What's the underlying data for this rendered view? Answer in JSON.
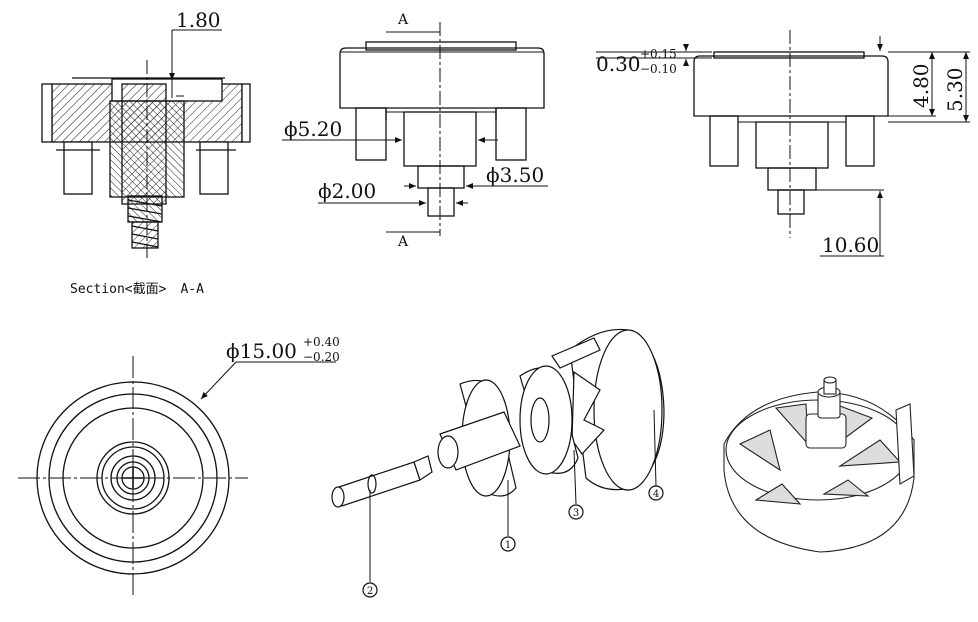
{
  "section_view": {
    "dim_top": "1.80",
    "caption_prefix": "Section<",
    "caption_cn": "截面",
    "caption_suffix": ">",
    "caption_label": "A-A"
  },
  "front_view": {
    "section_mark_top": "A",
    "section_mark_bottom": "A",
    "dim_phi_520": "ϕ5.20",
    "dim_phi_200": "ϕ2.00",
    "dim_phi_350": "ϕ3.50"
  },
  "side_view": {
    "dim_030": "0.30",
    "tol_030_upper": "+0.15",
    "tol_030_lower": "−0.10",
    "dim_480": "4.80",
    "dim_530": "5.30",
    "dim_1060": "10.60"
  },
  "top_view": {
    "dim_phi_1500": "ϕ15.00",
    "tol_upper": "+0.40",
    "tol_lower": "−0.20"
  },
  "exploded_view": {
    "balloons": [
      "1",
      "2",
      "3",
      "4"
    ]
  }
}
